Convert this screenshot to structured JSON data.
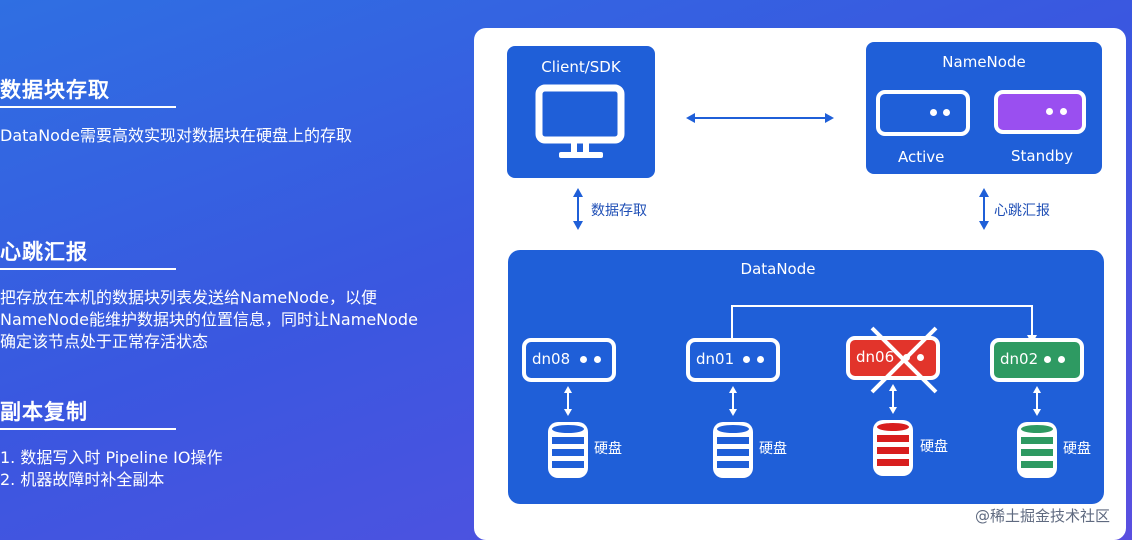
{
  "sections": [
    {
      "title": "数据块存取",
      "body": [
        "DataNode需要高效实现对数据块在硬盘上的存取"
      ]
    },
    {
      "title": "心跳汇报",
      "body": [
        "把存放在本机的数据块列表发送给NameNode，以便",
        "NameNode能维护数据块的位置信息，同时让NameNode",
        "确定该节点处于正常存活状态"
      ]
    },
    {
      "title": "副本复制",
      "items": [
        "1. 数据写入时 Pipeline IO操作",
        "2. 机器故障时补全副本"
      ]
    }
  ],
  "diagram": {
    "client_label": "Client/SDK",
    "namenode_title": "NameNode",
    "active_label": "Active",
    "standby_label": "Standby",
    "arrow_data_access": "数据存取",
    "arrow_heartbeat": "心跳汇报",
    "datanode_title": "DataNode",
    "nodes": [
      {
        "label": "dn08",
        "color": "#1f5fd8"
      },
      {
        "label": "dn01",
        "color": "#1f5fd8"
      },
      {
        "label": "dn06",
        "color": "#e2342b",
        "failed": true
      },
      {
        "label": "dn02",
        "color": "#2e9a62"
      }
    ],
    "disk_label": "硬盘",
    "colors": {
      "blue": "#1f5fd8",
      "purple": "#9a4ff0",
      "red": "#e2342b",
      "green": "#2e9a62",
      "disk_blue": "#1f5fd8",
      "disk_red": "#d81e1e",
      "disk_green": "#2e9a62"
    }
  },
  "watermark": "@稀土掘金技术社区"
}
